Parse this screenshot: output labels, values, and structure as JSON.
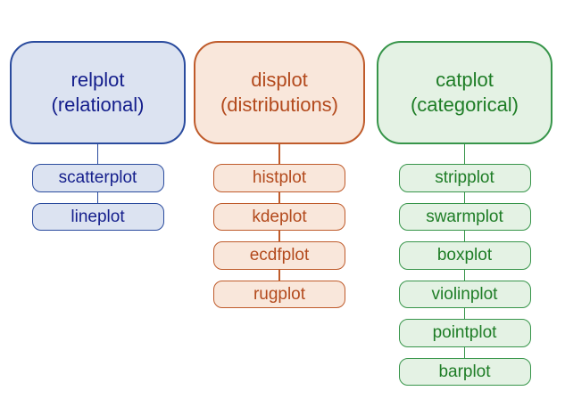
{
  "diagram": {
    "background": "#ffffff",
    "columns": [
      {
        "id": "relplot",
        "title": "relplot",
        "subtitle": "(relational)",
        "text_color": "#141e8c",
        "border_color": "#2a4b9e",
        "fill_color": "#dce3f1",
        "children": [
          "scatterplot",
          "lineplot"
        ]
      },
      {
        "id": "displot",
        "title": "displot",
        "subtitle": "(distributions)",
        "text_color": "#b34a1d",
        "border_color": "#bf5b2b",
        "fill_color": "#f9e7db",
        "children": [
          "histplot",
          "kdeplot",
          "ecdfplot",
          "rugplot"
        ]
      },
      {
        "id": "catplot",
        "title": "catplot",
        "subtitle": "(categorical)",
        "text_color": "#1e7d26",
        "border_color": "#37954a",
        "fill_color": "#e4f2e4",
        "children": [
          "stripplot",
          "swarmplot",
          "boxplot",
          "violinplot",
          "pointplot",
          "barplot"
        ]
      }
    ]
  }
}
